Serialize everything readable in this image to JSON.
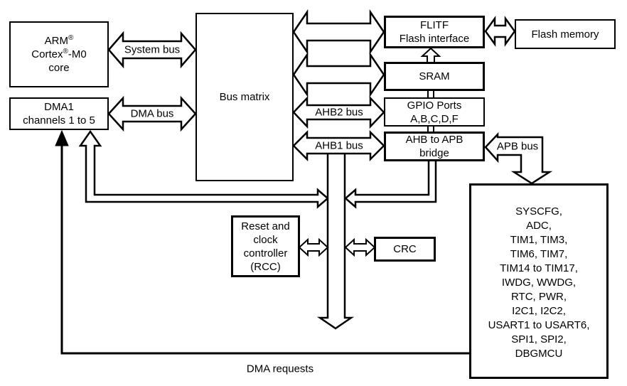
{
  "boxes": {
    "core": {
      "line1": "ARM",
      "line1_sup": "®",
      "line2a": "Cortex",
      "line2_sup": "®",
      "line2b": "-M0",
      "line3": "core"
    },
    "dma1": {
      "line1": "DMA1",
      "line2": "channels 1 to 5"
    },
    "bus_matrix": {
      "label": "Bus matrix"
    },
    "flitf": {
      "line1": "FLITF",
      "line2": "Flash interface"
    },
    "flash_memory": {
      "label": "Flash memory"
    },
    "sram": {
      "label": "SRAM"
    },
    "gpio": {
      "line1": "GPIO Ports",
      "line2": "A,B,C,D,F"
    },
    "ahb_apb_bridge": {
      "line1": "AHB to APB",
      "line2": "bridge"
    },
    "rcc": {
      "line1": "Reset and",
      "line2": "clock",
      "line3": "controller",
      "line4": "(RCC)"
    },
    "crc": {
      "label": "CRC"
    },
    "peripherals": {
      "lines": [
        "SYSCFG,",
        "ADC,",
        "TIM1, TIM3,",
        "TIM6, TIM7,",
        "TIM14 to TIM17,",
        "IWDG, WWDG,",
        "RTC, PWR,",
        "I2C1, I2C2,",
        "USART1 to USART6,",
        "SPI1, SPI2,",
        "DBGMCU"
      ]
    }
  },
  "bus_labels": {
    "system_bus": "System bus",
    "dma_bus": "DMA bus",
    "ahb2_bus": "AHB2 bus",
    "ahb1_bus": "AHB1 bus",
    "apb_bus": "APB bus",
    "dma_requests": "DMA requests"
  },
  "colors": {
    "line": "#000000",
    "fill": "#ffffff",
    "background": "#ffffff",
    "text": "#000000"
  }
}
